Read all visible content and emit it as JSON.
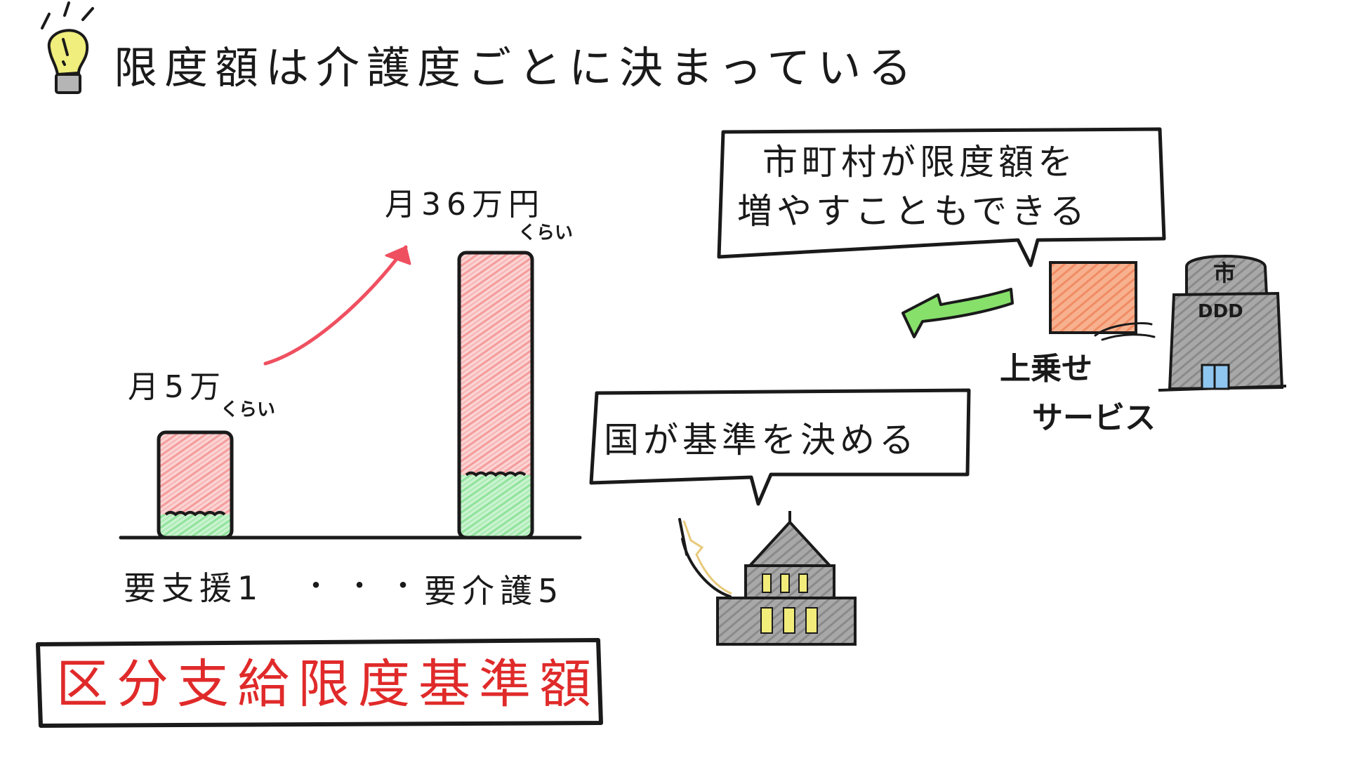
{
  "title": "限度額は介護度ごとに決まっている",
  "bubble_city": {
    "line1": "市町村が限度額を",
    "line2": "増やすこともできる"
  },
  "bubble_state": "国が基準を決める",
  "chart": {
    "low_amount": "月5万",
    "low_approx": "くらい",
    "high_amount": "月36万円",
    "high_approx": "くらい",
    "cat_low": "要支援1",
    "ellipsis": "・・・",
    "cat_high": "要介護5"
  },
  "chart_data": {
    "type": "bar",
    "categories": [
      "要支援1",
      "要介護5"
    ],
    "values": [
      5,
      36
    ],
    "value_labels": [
      "月5万",
      "月36万円"
    ]
  },
  "label_box": "区分支給限度基準額",
  "city_building_sign": "市",
  "city_building_windows": "DDD",
  "jouse_service": {
    "line1": "上乗せ",
    "line2": "サービス"
  },
  "colors": {
    "ink": "#1a1a1a",
    "bar_pink": "#f7a0a0",
    "bar_green": "#9fe7a8",
    "accent_red": "#e02a2a",
    "arrow_red": "#ef5060",
    "arrow_green": "#86e06a",
    "box_orange": "#f6a07a",
    "building_gray": "#9a9a9a",
    "window_yellow": "#f2ec7a",
    "door_blue": "#8fc6f0",
    "bulb_yellow": "#f0ee7c"
  }
}
